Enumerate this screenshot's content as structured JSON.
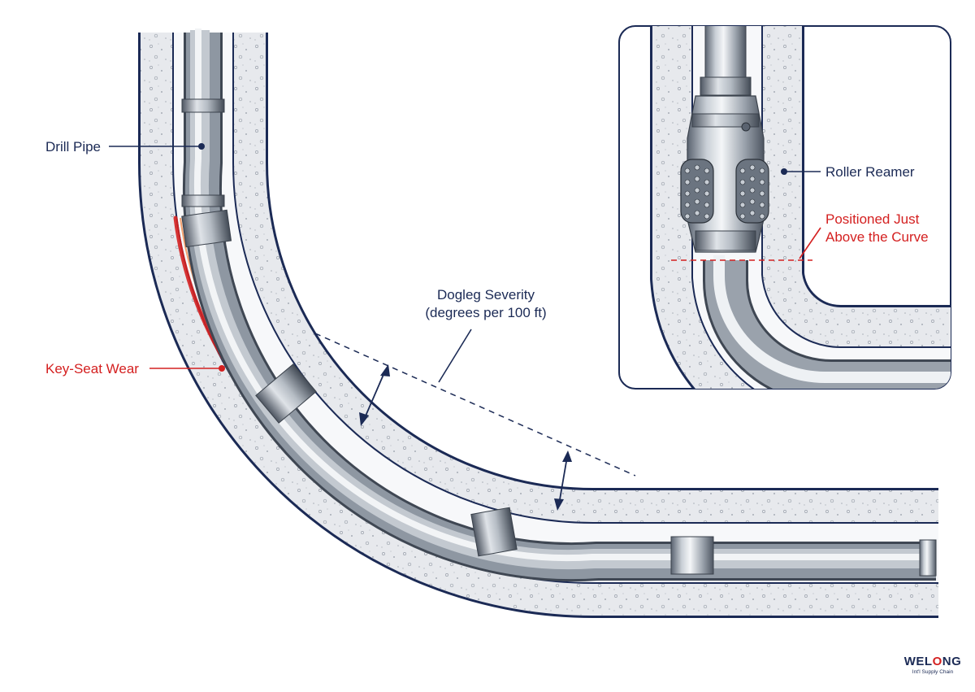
{
  "labels": {
    "drill_pipe": "Drill Pipe",
    "key_seat_wear": "Key-Seat Wear",
    "dogleg_line1": "Dogleg Severity",
    "dogleg_line2": "(degrees per 100 ft)",
    "roller_reamer": "Roller Reamer",
    "positioned_line1": "Positioned Just",
    "positioned_line2": "Above the Curve"
  },
  "logo": {
    "pre": "WEL",
    "o": "O",
    "post": "NG",
    "sub": "Int'l Supply Chain"
  },
  "colors": {
    "navy": "#1b2a55",
    "red": "#d42020",
    "formation": "#e6e8ec",
    "pipe": "#9ea6b0"
  }
}
